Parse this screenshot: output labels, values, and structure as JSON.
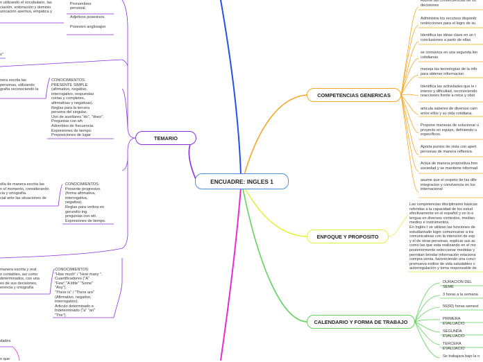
{
  "central": {
    "title": "ENCUADRE: INGLES 1"
  },
  "branches": {
    "competencias": {
      "label": "COMPETENCIAS GENERICAS",
      "color": "#f5a623",
      "items": [
        "Asume las consecuencias de su\ndecisiones",
        "Administra los recursos disponib\nrestricciones para el logro de su",
        "Identifica las ideas clave en un t\nconclusiones a partir de ellas",
        "se comunica en una segunda len\ncotidianas.",
        "maneja las tecnologías de la info\npara obtener informacion",
        "Identifica las actividades que le r\ninteres y dificultad, reconociendo\nreacciones frente a retos y  obst",
        "articula saberes de diversos cam\nentre ellos y su vida cotidiana.",
        "Propone maneras de solucionar u\nproyecto en equipo, definiendo u\nespecíficos.",
        "Aporta puntos de vista con apert\npersonas de manera reflexiva.",
        "Actúa de manera propositiva fren\nsociedad y se mantiene informad",
        "asume que el respeto de las dife\nintegracion y convivencia en los\ninternacional"
      ]
    },
    "enfoque": {
      "label": "ENFOQUE Y PROPOSITO",
      "color": "#e4f03c",
      "text": "Las competencias disciplinares básicas\nreferidas a la  capacidad de los estud\nefectivamente en el español y en lo  e\nlengua en diversos contextos, median\nmedios e instrumentos.\nEn Inglés I se utilizan las funciones de\nestudiantado logre  comunicarse a tra\ncomunicativas con la intención de exp\ny el de otras personas, explicar sus ac\ncomo  las que esta realizando en el mo\nposteriormente seleccionar  medidas y\npermitan brindar información relaciona\ncompra-venta, favoreciendo una conci\npromueva estilos de vida  saludables c\nautorregulación y toma responsable de"
    },
    "calendario": {
      "label": "CALENDARIO Y FORMA DE TRABAJO",
      "color": "#5fd35a",
      "items": [
        "DURACION DEL SEME",
        "3 horas a la semana",
        "56(60) horas semest",
        "PRIMERA EVALUACIO",
        "SEGUNDA EVALUACIO",
        "TERCERA EVALUACIO",
        "Se trabajara bajo la n\n"
      ]
    },
    "temario": {
      "label": "TEMARIO",
      "color": "#8a2be2",
      "blocks": [
        {
          "left": "n utilizando el vocabulario,  las\nciación, entonación y  dominio\nunicación  asertiva, empática y",
          "right": "Verbo \"To Be\".\nPronombres\npersonal.\n\nAdjetivos posesivos.\n\n Posesivo anglosajon"
        },
        {
          "left": "s\"",
          "right": ""
        },
        {
          "left": "nera escrita las\npersonas, utilizando\ngrafía reconociendo la",
          "right": "CONOCIMIENTOS:\nPRESENTE SIMPLE\n(afirmativo, negativo,\ninterrogativo, respuestas\ncortas y completes,\nafirmativas y negativas).\nReglas para la tercera\npersona del singular.\nUso de auxiliares \"do\", \"does\".\nPreguntas con wh\nAdverbios de frecuencia.\nExpresiones de tiempo.\nPreposiciones de lugar"
        },
        {
          "left": "olla de manera  escrita las\nn el  momento, considerando\ncia y ortografía.\ncial ante las  situaciones de",
          "right": "CONOCIMIENTOS:\nPresente progresivo.\n(forma afirmativa,\ninterrogativa,\nnegativa).\nReglas para verbos en\ngerundio-ing.\npreguntas con wh.\nExpresiones de tiempo."
        },
        {
          "left": "manera escrita y  oral\no contables, así  como\ndeterminados,  con una\nes de sus  decisiones,\nerencia y ortografía",
          "right": "CONOCIMIENTOS:\n\"How much\" / \"How many \".\nCuantificadores (\"A\"\n\"Few\" \"A little\" \"Some\"\n\"Any\").\n\"There is\" / \"There are\"\n(Afirmativo, negativo,\ninterrogativo).\nArticulo determinado e\nIndeterminado (\"a\" \"an\"\n\"The\")."
        },
        {
          "left": "dades.",
          "right": ""
        },
        {
          "left": "n que",
          "right": ""
        }
      ]
    }
  },
  "colors": {
    "central_border": "#4a90d9",
    "blue_branch": "#2450e6",
    "magenta_branch": "#e62ad8"
  }
}
